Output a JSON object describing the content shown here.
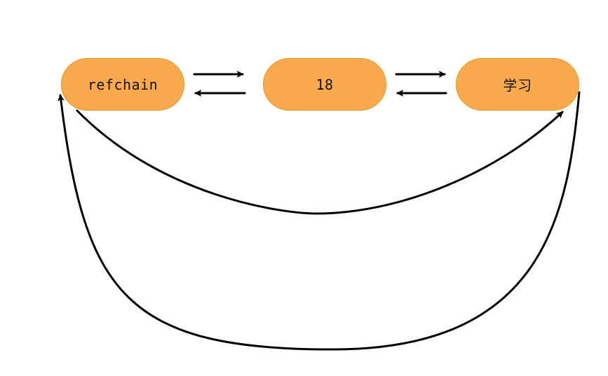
{
  "nodes": [
    {
      "id": "node-1",
      "label": "refchain"
    },
    {
      "id": "node-2",
      "label": "18"
    },
    {
      "id": "node-3",
      "label": "学习"
    }
  ],
  "colors": {
    "node_fill": "#fba94d",
    "node_border": "#e8981c",
    "arrow": "#000000"
  },
  "edges": [
    {
      "from": "refchain",
      "to": "18",
      "style": "straight"
    },
    {
      "from": "18",
      "to": "refchain",
      "style": "straight"
    },
    {
      "from": "18",
      "to": "学习",
      "style": "straight"
    },
    {
      "from": "学习",
      "to": "18",
      "style": "straight"
    },
    {
      "from": "refchain",
      "to": "学习",
      "style": "curved"
    },
    {
      "from": "学习",
      "to": "refchain",
      "style": "curved"
    }
  ]
}
